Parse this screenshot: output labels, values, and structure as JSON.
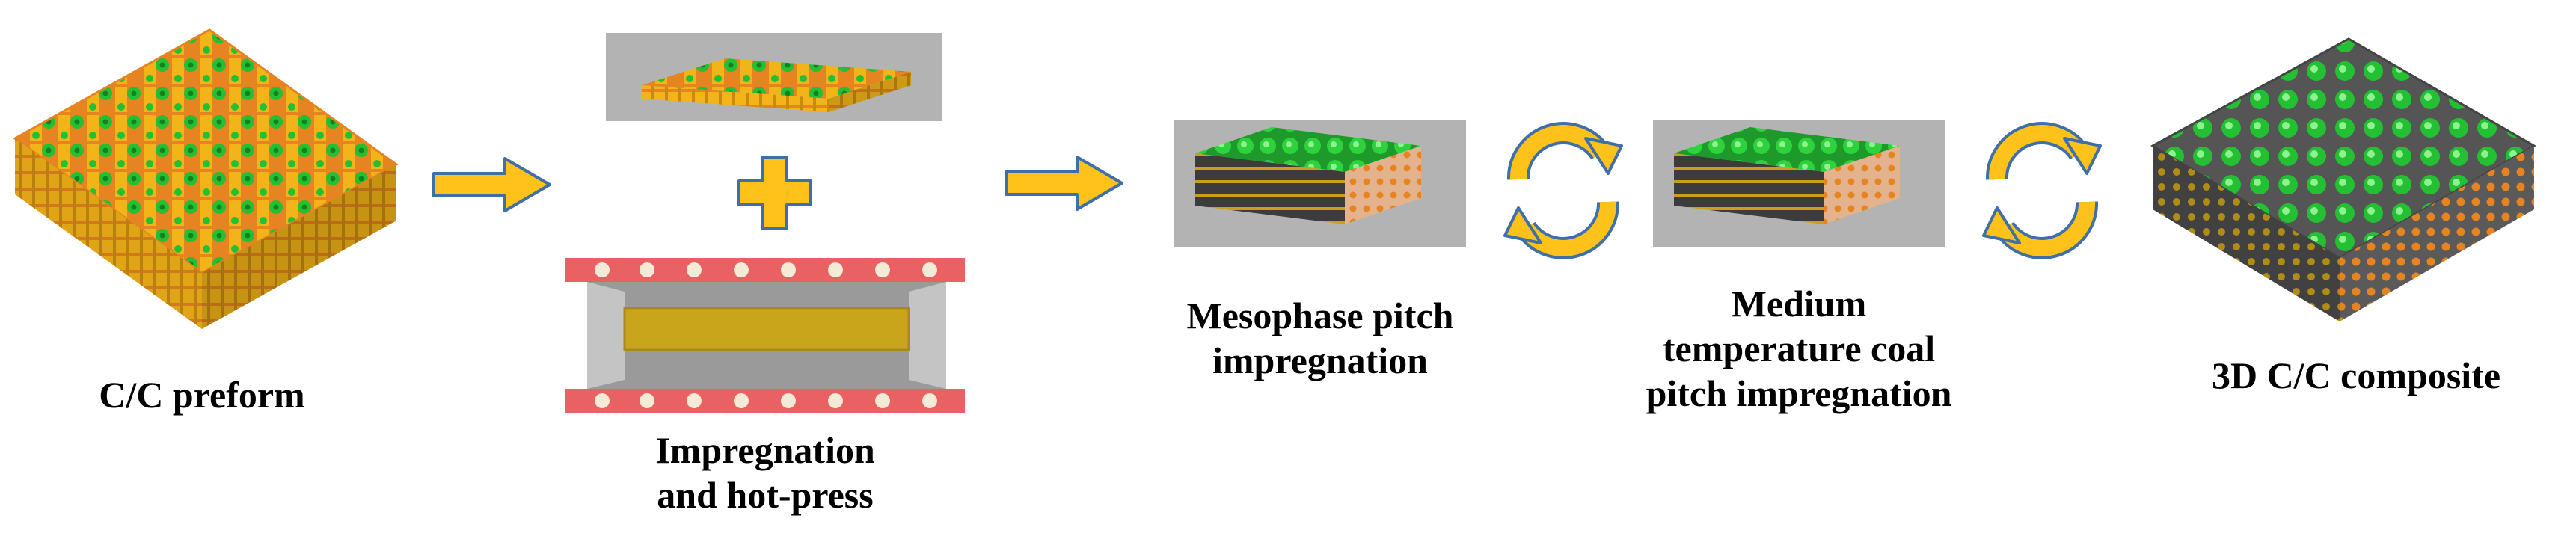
{
  "colors": {
    "fiber_green": "#22c032",
    "fiber_green_dark": "#15801f",
    "fiber_yellow": "#f2b418",
    "fiber_orange": "#e58420",
    "arrow_fill": "#ffc21a",
    "arrow_stroke": "#3f6fa8",
    "panel_gray": "#b3b3b3",
    "press_red": "#e96162",
    "press_gray": "#8c8c8c",
    "press_gray_light": "#c4c4c4",
    "press_gold": "#c8a51b",
    "pellet": "#f4ebd6",
    "matrix_tan": "#e4b38e",
    "matrix_dark": "#3c3c3c"
  },
  "icons": {
    "process_arrow": "right-arrow-icon",
    "combine": "plus-icon",
    "repeat_cycle": "cycle-arrows-icon"
  },
  "steps": [
    {
      "id": "preform",
      "label_lines": [
        "C/C preform"
      ]
    },
    {
      "id": "impregnation",
      "label_lines": [
        "Impregnation",
        "and hot-press"
      ]
    },
    {
      "id": "mesophase",
      "label_lines": [
        "Mesophase pitch",
        "impregnation"
      ]
    },
    {
      "id": "coal",
      "label_lines": [
        "Medium",
        "temperature coal",
        "pitch impregnation"
      ]
    },
    {
      "id": "composite",
      "label_lines": [
        "3D C/C composite"
      ]
    }
  ]
}
